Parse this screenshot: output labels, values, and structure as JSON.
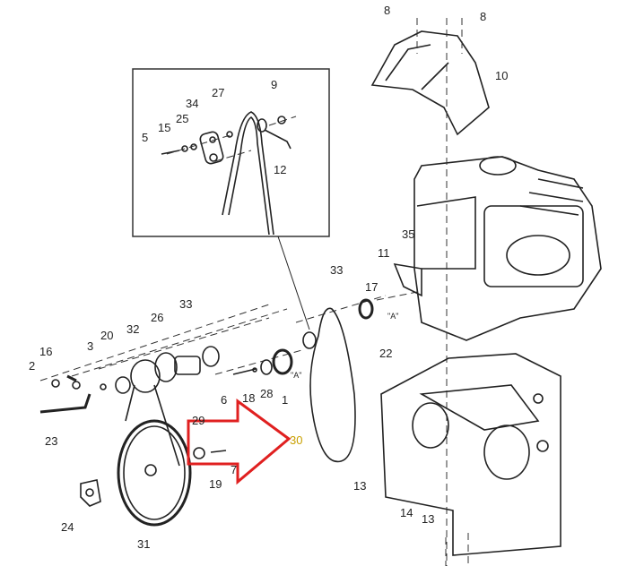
{
  "diagram": {
    "labels": [
      "8",
      "8",
      "10",
      "9",
      "34",
      "27",
      "25",
      "15",
      "5",
      "12",
      "35",
      "11",
      "33",
      "17",
      "\"A\"",
      "22",
      "33",
      "26",
      "32",
      "20",
      "3",
      "16",
      "2",
      "\"A\"",
      "6",
      "18",
      "28",
      "1",
      "29",
      "30",
      "7",
      "19",
      "23",
      "24",
      "31",
      "13",
      "14",
      "13"
    ],
    "highlighted_label": "30",
    "arrow_color": "#e02020",
    "highlight_color": "#c9a000"
  }
}
